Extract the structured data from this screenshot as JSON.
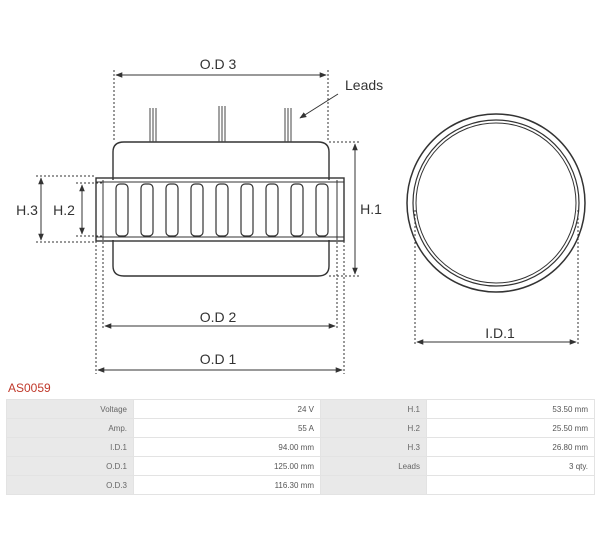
{
  "labels": {
    "od3": "O.D 3",
    "leads": "Leads",
    "h3": "H.3",
    "h2": "H.2",
    "h1": "H.1",
    "od2": "O.D 2",
    "od1": "O.D 1",
    "id1": "I.D.1"
  },
  "part_code": "AS0059",
  "specs": {
    "rows": [
      {
        "k1": "Voltage",
        "v1": "24 V",
        "k2": "H.1",
        "v2": "53.50 mm"
      },
      {
        "k1": "Amp.",
        "v1": "55 A",
        "k2": "H.2",
        "v2": "25.50 mm"
      },
      {
        "k1": "I.D.1",
        "v1": "94.00 mm",
        "k2": "H.3",
        "v2": "26.80 mm"
      },
      {
        "k1": "O.D.1",
        "v1": "125.00 mm",
        "k2": "Leads",
        "v2": "3 qty."
      },
      {
        "k1": "O.D.3",
        "v1": "116.30 mm",
        "k2": "",
        "v2": ""
      }
    ]
  }
}
